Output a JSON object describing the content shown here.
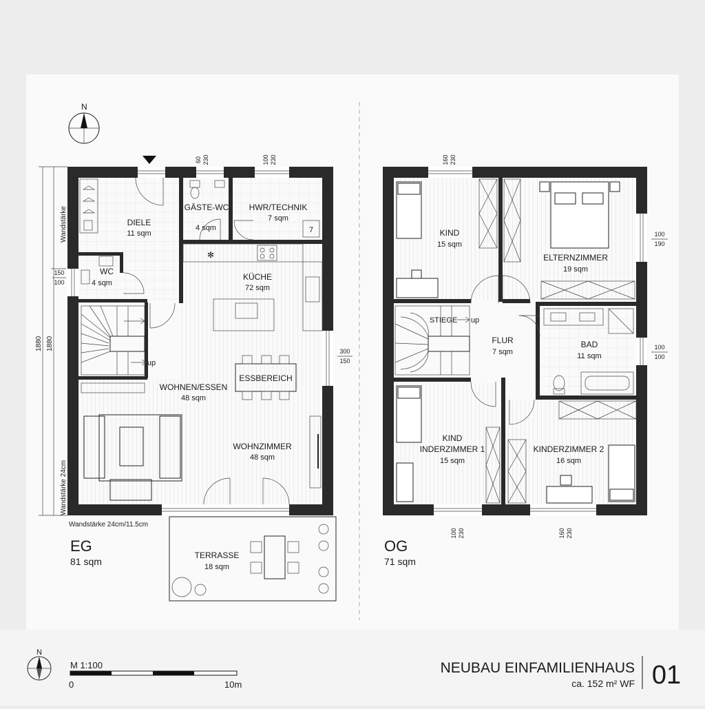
{
  "north_label": "N",
  "title_block": {
    "title": "NEUBAU EINFAMILIENHAUS",
    "subtitle": "ca. 152 m² WF",
    "sheet_number": "01",
    "scale": "M 1:100",
    "scale_start": "0",
    "scale_end": "10m"
  },
  "eg": {
    "label": "EG",
    "area": "81 sqm",
    "wall_note": "Wandstärke 24cm/11.5cm",
    "side_label_top": "Wandstärke",
    "side_label_bottom": "Wandstärke 24cm",
    "side_dim_1": "1880",
    "side_dim_2": "1880",
    "stairs_label": "up",
    "rooms": {
      "diele": {
        "name": "DIELE",
        "area": "11 sqm"
      },
      "gaeste_wc": {
        "name": "GÄSTE-WC",
        "area": "4 sqm"
      },
      "hwr": {
        "name": "HWR/TECHNIK",
        "area": "7 sqm",
        "tag": "7"
      },
      "wc": {
        "name": "WC",
        "area": "4 sqm"
      },
      "kueche": {
        "name": "KÜCHE",
        "area": "72 sqm"
      },
      "essbereich": {
        "name": "ESSBEREICH"
      },
      "wohnen_essen": {
        "name": "WOHNEN/ESSEN",
        "area": "48 sqm"
      },
      "wohnzimmer": {
        "name": "WOHNZIMMER",
        "area": "48 sqm"
      },
      "terrasse": {
        "name": "TERRASSE",
        "area": "18 sqm"
      }
    },
    "dims": {
      "w1_a": "60",
      "w1_b": "230",
      "w2_a": "100",
      "w2_b": "230",
      "wc_a": "150",
      "wc_b": "100",
      "right_a": "300",
      "right_b": "150"
    }
  },
  "og": {
    "label": "OG",
    "area": "71 sqm",
    "stairs_label": "STIEGE",
    "stairs_up": "up",
    "rooms": {
      "kind": {
        "name": "KIND",
        "area": "15 sqm"
      },
      "eltern": {
        "name": "ELTERNZIMMER",
        "area": "19 sqm"
      },
      "flur": {
        "name": "FLUR",
        "area": "7 sqm"
      },
      "bad": {
        "name": "BAD",
        "area": "11 sqm"
      },
      "kind1": {
        "name_1": "KIND",
        "name_2": "INDERZIMMER 1",
        "area": "15 sqm"
      },
      "kind2": {
        "name": "KINDERZIMMER 2",
        "area": "16 sqm"
      }
    },
    "dims": {
      "top_a": "160",
      "top_b": "230",
      "r1_a": "100",
      "r1_b": "190",
      "r2_a": "100",
      "r2_b": "100",
      "b1_a": "100",
      "b1_b": "230",
      "b2_a": "160",
      "b2_b": "230"
    }
  }
}
